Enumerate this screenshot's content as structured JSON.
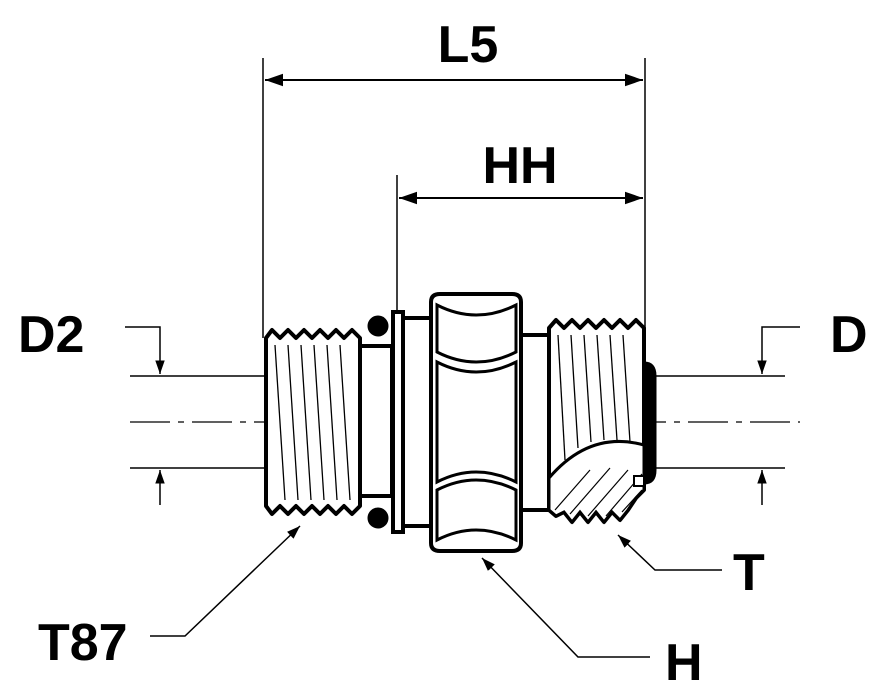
{
  "labels": {
    "overall_length": "L5",
    "hex_to_end": "HH",
    "left_diameter": "D2",
    "right_diameter": "D",
    "right_thread": "T",
    "hex": "H",
    "left_thread": "T87"
  },
  "colors": {
    "ink": "#000000",
    "background": "#ffffff"
  }
}
